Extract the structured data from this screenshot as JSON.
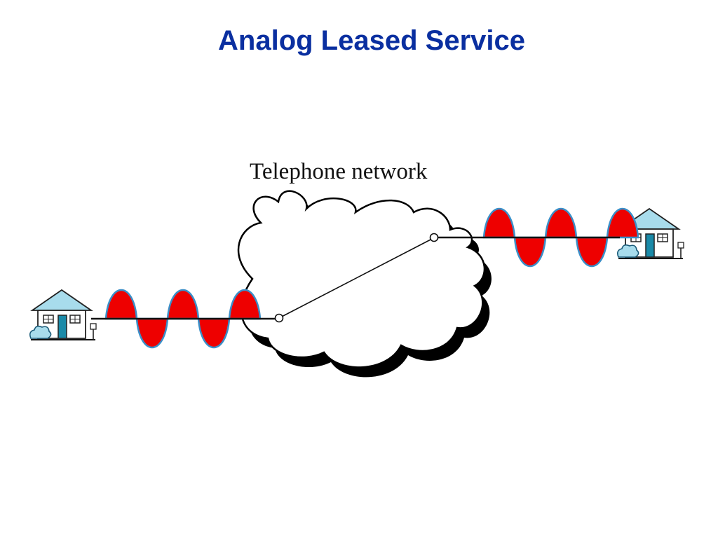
{
  "slide": {
    "title": "Analog Leased Service"
  },
  "diagram": {
    "network_label": "Telephone network",
    "colors": {
      "title": "#0a2fa0",
      "signal_fill": "#ee0000",
      "signal_outline": "#3a8fc8",
      "house_roof": "#a8dcec",
      "house_door": "#1a8aa8",
      "cloud_shadow": "#000000"
    },
    "signal_cycles_each_side": 2.5,
    "icons": [
      "house-icon",
      "house-icon",
      "cloud-icon"
    ]
  }
}
